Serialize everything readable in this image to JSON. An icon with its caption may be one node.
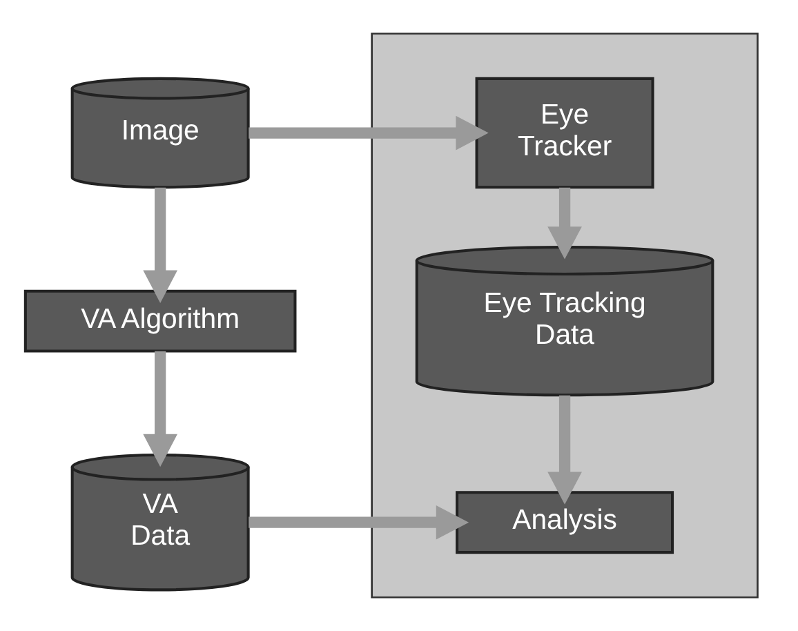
{
  "diagram": {
    "nodes": [
      {
        "text": [
          "Image"
        ]
      },
      {
        "text": [
          "VA Algorithm"
        ]
      },
      {
        "text": [
          "VA Data"
        ]
      },
      {
        "text": [],
        "shape": "box"
      },
      {
        "text": [
          "Eye Tracker"
        ],
        "in": 3
      },
      {
        "text": [
          "Eye Tracking Data"
        ],
        "in": 3
      },
      {
        "text": [
          "Analysis"
        ],
        "in": 3
      }
    ],
    "edges": [
      {
        "from": 0,
        "to": 1,
        "arrow": "to"
      },
      {
        "from": 1,
        "to": 2,
        "arrow": "to"
      },
      {
        "from": 0,
        "to": 4,
        "arrow": "to"
      },
      {
        "from": 4,
        "to": 5,
        "arrow": "to"
      },
      {
        "from": 5,
        "to": 6,
        "arrow": "to"
      },
      {
        "from": 2,
        "to": 6,
        "arrow": "to"
      }
    ]
  }
}
